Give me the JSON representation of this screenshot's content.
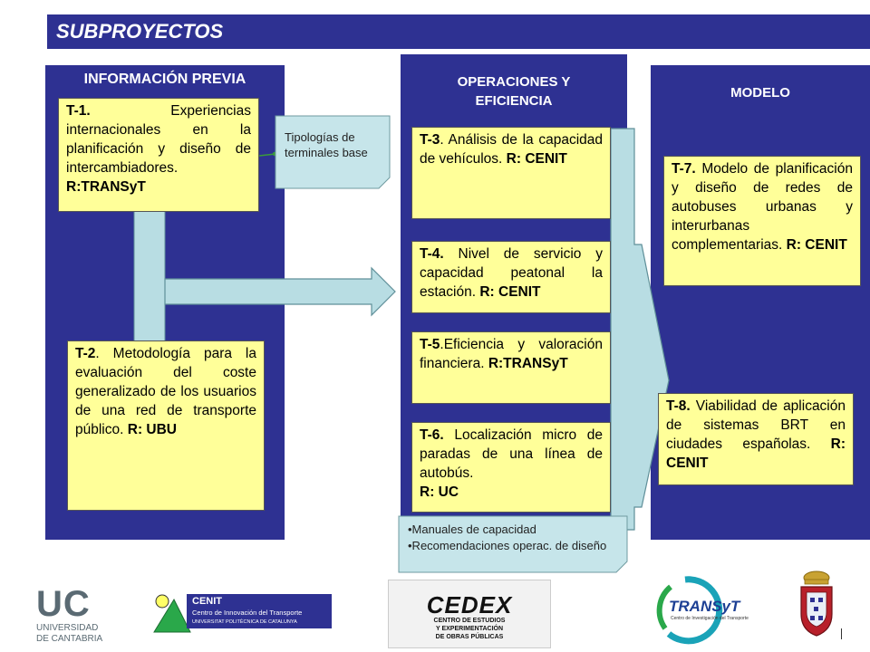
{
  "header": {
    "title": "SUBPROYECTOS"
  },
  "columns": {
    "info_previa": "INFORMACIÓN PREVIA",
    "operaciones_line1": "OPERACIONES Y",
    "operaciones_line2": "EFICIENCIA",
    "modelo": "MODELO"
  },
  "tasks": {
    "t1": {
      "code": "T-1.",
      "text": " Experiencias internacionales en la planificación y diseño de intercambiadores.",
      "resp": "R:TRANSyT"
    },
    "t2": {
      "code": "T-2",
      "text": ". Metodología para la evaluación del coste generalizado de los usuarios de una red de transporte público.",
      "resp": "R: UBU"
    },
    "t3": {
      "code": "T-3",
      "text": ". Análisis de la capacidad de vehículos.",
      "resp": "R: CENIT"
    },
    "t4": {
      "code": "T-4.",
      "text": " Nivel de servicio y capacidad peatonal la estación.",
      "resp": "R: CENIT"
    },
    "t5": {
      "code": "T-5",
      "text": ".Eficiencia y valoración financiera.",
      "resp": "R:TRANSyT"
    },
    "t6": {
      "code": "T-6.",
      "text": " Localización micro de paradas de una línea de autobús.",
      "resp": "R: UC"
    },
    "t7": {
      "code": "T-7.",
      "text": " Modelo de planificación y diseño de redes de autobuses urbanas y interurbanas complementarias.",
      "resp": "R: CENIT"
    },
    "t8": {
      "code": "T-8.",
      "text": " Viabilidad de aplicación de sistemas BRT en ciudades españolas.",
      "resp": "R: CENIT"
    }
  },
  "notes": {
    "tipologias": "Tipologías de terminales base",
    "manuales": "•Manuales de capacidad",
    "recomendaciones": "•Recomendaciones operac. de diseño"
  },
  "logos": {
    "uc_mark": "UC",
    "uc_line1": "UNIVERSIDAD",
    "uc_line2": "DE CANTABRIA",
    "cenit_name": "CENIT",
    "cenit_sub": "Centro de Innovación del Transporte",
    "cenit_univ": "UNIVERSITAT POLITÈCNICA DE CATALUNYA",
    "cedex_name": "CEDEX",
    "cedex_line1": "CENTRO DE ESTUDIOS",
    "cedex_line2": "Y EXPERIMENTACIÓN",
    "cedex_line3": "DE OBRAS PÚBLICAS",
    "transyt_name": "TRANSyT",
    "transyt_sub": "Centro de Investigación del Transporte"
  },
  "colors": {
    "column_blue": "#2e3192",
    "task_yellow": "#ffff99",
    "arrow_fill": "#b8dde3"
  }
}
